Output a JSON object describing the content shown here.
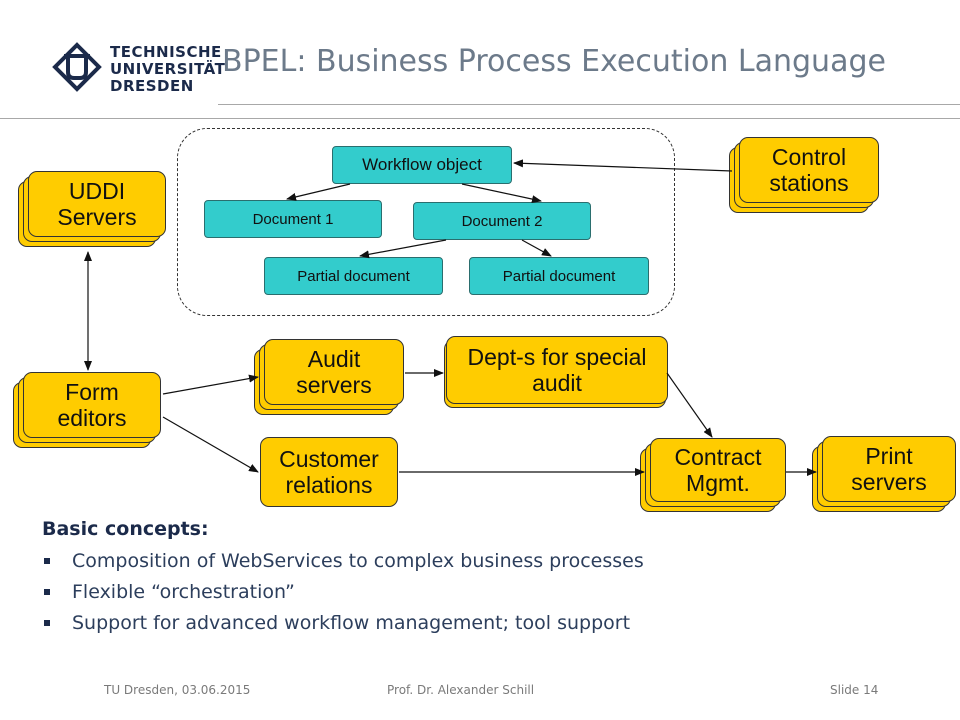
{
  "header": {
    "logo": {
      "line1": "TECHNISCHE",
      "line2": "UNIVERSITÄT",
      "line3": "DRESDEN"
    },
    "title": "BPEL: Business Process Execution Language"
  },
  "diagram": {
    "workflow_object": "Workflow object",
    "document_1": "Document 1",
    "document_2": "Document 2",
    "partial_document_1": "Partial document",
    "partial_document_2": "Partial document",
    "uddi_servers": [
      "UDDI",
      "Servers"
    ],
    "control_stations": [
      "Control",
      "stations"
    ],
    "form_editors": [
      "Form",
      "editors"
    ],
    "audit_servers": [
      "Audit",
      "servers"
    ],
    "dept_special_audit": [
      "Dept-s for special",
      "audit"
    ],
    "customer_relations": [
      "Customer",
      "relations"
    ],
    "contract_mgmt": [
      "Contract",
      "Mgmt."
    ],
    "print_servers": [
      "Print",
      "servers"
    ],
    "colors": {
      "yellow": "#ffcc00",
      "teal": "#33cccc"
    }
  },
  "concepts": {
    "heading": "Basic concepts:",
    "items": [
      "Composition of WebServices to complex business processes",
      "Flexible “orchestration”",
      "Support for advanced workflow management;  tool support"
    ]
  },
  "footer": {
    "left": "TU Dresden, 03.06.2015",
    "center": "Prof. Dr. Alexander Schill",
    "right": "Slide 14"
  }
}
